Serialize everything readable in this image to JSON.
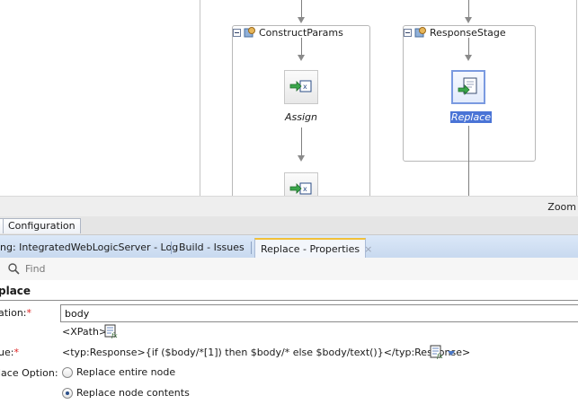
{
  "canvas": {
    "stages": [
      {
        "title": "ConstructParams",
        "actions": [
          {
            "label": "Assign",
            "selected": false
          },
          {
            "label": "",
            "selected": false
          }
        ]
      },
      {
        "title": "ResponseStage",
        "actions": [
          {
            "label": "Replace",
            "selected": true
          }
        ]
      }
    ]
  },
  "zoom": {
    "label": "Zoom"
  },
  "editor_tabs": [
    {
      "label": "Configuration"
    }
  ],
  "panel_tabs": [
    {
      "label": "ng: IntegratedWebLogicServer - Log",
      "active": false
    },
    {
      "label": "Build - Issues",
      "active": false
    },
    {
      "label": "Replace - Properties",
      "active": true,
      "close": "×"
    }
  ],
  "find": {
    "placeholder": "Find"
  },
  "properties": {
    "section_title": "place",
    "location": {
      "label": "ation:",
      "required_mark": "*",
      "value": "body",
      "expression_hint": "<XPath>"
    },
    "value": {
      "label": "ue:",
      "required_mark": "*",
      "text": "<typ:Response>{if ($body/*[1]) then $body/* else $body/text()}</typ:Response>"
    },
    "replace_option": {
      "label": "lace Option:",
      "options": [
        {
          "label": "Replace entire node",
          "checked": false
        },
        {
          "label": "Replace node contents",
          "checked": true
        }
      ]
    }
  },
  "colors": {
    "selection": "#4a74d6",
    "panel_tab_bar": "#c8d9ef",
    "active_tab_accent": "#f0c03a",
    "required": "#dd2222"
  }
}
